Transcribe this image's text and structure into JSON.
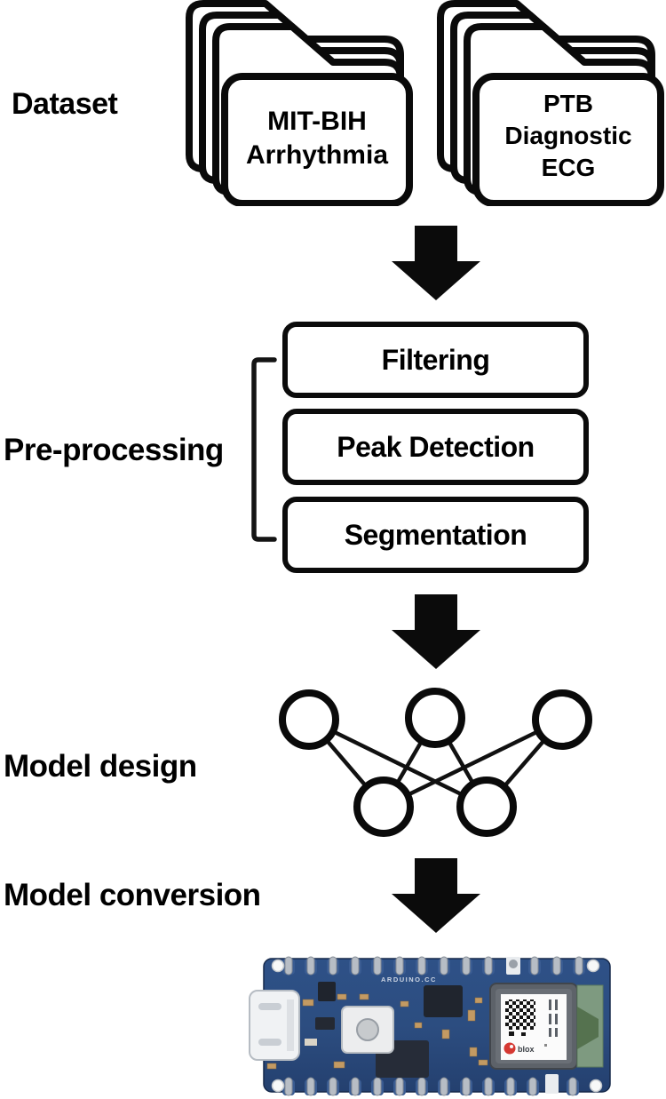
{
  "diagram": {
    "labels": {
      "dataset": "Dataset",
      "preprocessing": "Pre-processing",
      "model_design": "Model design",
      "model_conversion": "Model conversion"
    },
    "datasets": [
      {
        "lines": [
          "MIT-BIH",
          "Arrhythmia",
          ""
        ]
      },
      {
        "lines": [
          "PTB",
          "Diagnostic",
          "ECG"
        ]
      }
    ],
    "preprocessing_steps": [
      "Filtering",
      "Peak Detection",
      "Segmentation"
    ],
    "network": {
      "top_nodes": 3,
      "bottom_nodes": 2,
      "edges": [
        [
          0,
          0
        ],
        [
          0,
          1
        ],
        [
          1,
          0
        ],
        [
          1,
          1
        ],
        [
          2,
          0
        ],
        [
          2,
          1
        ]
      ]
    },
    "board": {
      "silkscreen": "ARDUINO.CC",
      "module_logo": "blox"
    }
  },
  "colors": {
    "outline": "#0b0b0b",
    "pcb_blue": "#2c4d80",
    "pcb_blue_dark": "#24406f",
    "module_gray": "#5d6269",
    "antenna_green": "#7e9a80",
    "ublox_red": "#d53832"
  }
}
